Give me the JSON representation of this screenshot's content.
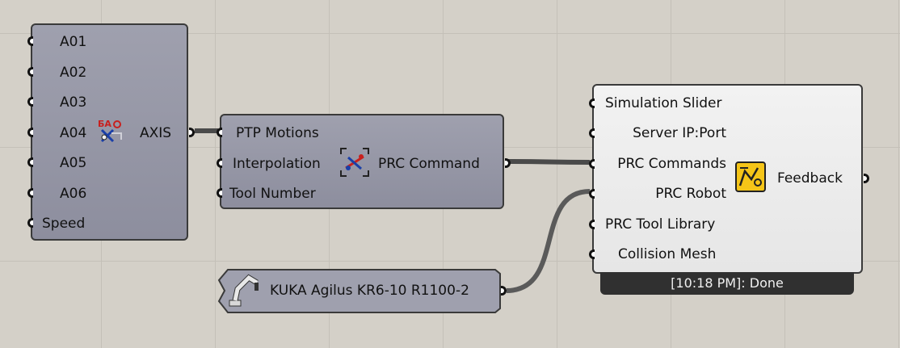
{
  "axis_node": {
    "inputs": [
      "A01",
      "A02",
      "A03",
      "A04",
      "A05",
      "A06",
      "Speed"
    ],
    "output": "AXIS",
    "icon": "kuka-axis-icon"
  },
  "command_node": {
    "inputs": [
      "PTP Motions",
      "Interpolation",
      "Tool Number"
    ],
    "output": "PRC Command",
    "icon": "prc-command-icon"
  },
  "robot_param": {
    "label": "KUKA Agilus KR6-10 R1100-2",
    "icon": "robot-arm-icon"
  },
  "core_node": {
    "inputs": [
      "Simulation Slider",
      "Server IP:Port",
      "PRC Commands",
      "PRC Robot",
      "PRC Tool Library",
      "Collision Mesh"
    ],
    "output": "Feedback",
    "icon": "prc-core-icon",
    "status": "[10:18 PM]: Done"
  },
  "colors": {
    "canvas": "#d4d0c8",
    "node_fill": "#9fa0ae",
    "core_fill": "#eeeeee",
    "wire": "#555555",
    "status_bar": "#303030"
  }
}
